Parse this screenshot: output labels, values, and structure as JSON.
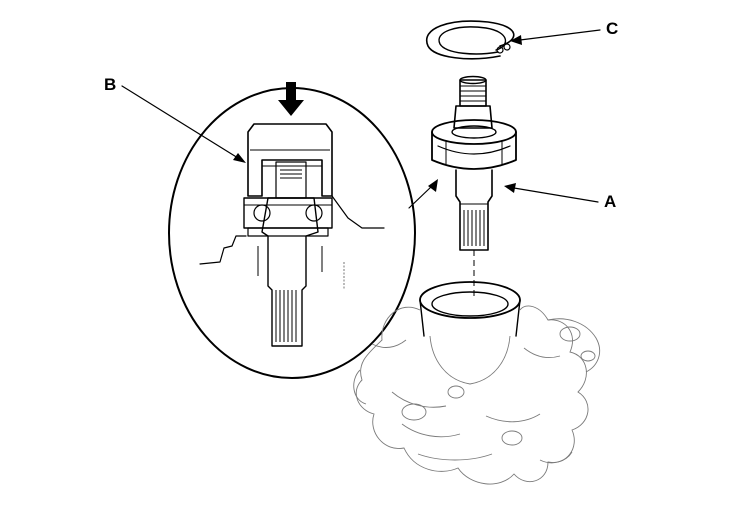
{
  "labels": {
    "a": "A",
    "b": "B",
    "c": "C"
  },
  "colors": {
    "line": "#000000",
    "background": "#ffffff",
    "knuckle_outline": "#7a7a7a"
  }
}
